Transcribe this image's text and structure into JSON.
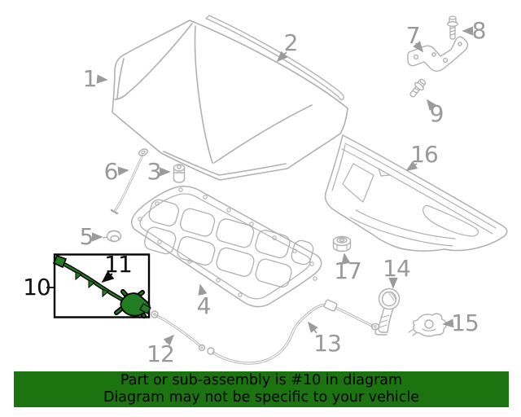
{
  "banner": {
    "line1": "Part or sub-assembly is #10 in diagram",
    "line2": "Diagram may not be specific to your vehicle",
    "bg_color": "#1b7410",
    "text_color": "#000000"
  },
  "highlight": {
    "part_number": "10",
    "color": "#217d21",
    "outline_color": "#000000"
  },
  "diagram": {
    "line_color": "#b0b0b0",
    "label_color": "#999999",
    "highlight_label_color": "#0f0f0f"
  },
  "callouts": [
    {
      "num": "1",
      "part": "hood-panel",
      "highlighted": false
    },
    {
      "num": "2",
      "part": "hood-weatherstrip",
      "highlighted": false
    },
    {
      "num": "3",
      "part": "overslam-bumper",
      "highlighted": false
    },
    {
      "num": "4",
      "part": "hood-insulator-pad",
      "highlighted": false
    },
    {
      "num": "5",
      "part": "retainer-clip",
      "highlighted": false
    },
    {
      "num": "6",
      "part": "hood-prop-rod",
      "highlighted": false
    },
    {
      "num": "7",
      "part": "hinge-bracket",
      "highlighted": false
    },
    {
      "num": "8",
      "part": "hinge-bolt",
      "highlighted": false
    },
    {
      "num": "9",
      "part": "bracket-bolt",
      "highlighted": false
    },
    {
      "num": "10",
      "part": "hood-latch-assembly",
      "highlighted": true
    },
    {
      "num": "11",
      "part": "latch-release-cable",
      "highlighted": true
    },
    {
      "num": "12",
      "part": "release-cable-front",
      "highlighted": false
    },
    {
      "num": "13",
      "part": "release-cable-rear",
      "highlighted": false
    },
    {
      "num": "14",
      "part": "release-handle",
      "highlighted": false
    },
    {
      "num": "15",
      "part": "latch-switch",
      "highlighted": false
    },
    {
      "num": "16",
      "part": "hood-panel-inner",
      "highlighted": false
    },
    {
      "num": "17",
      "part": "mounting-nut",
      "highlighted": false
    }
  ]
}
